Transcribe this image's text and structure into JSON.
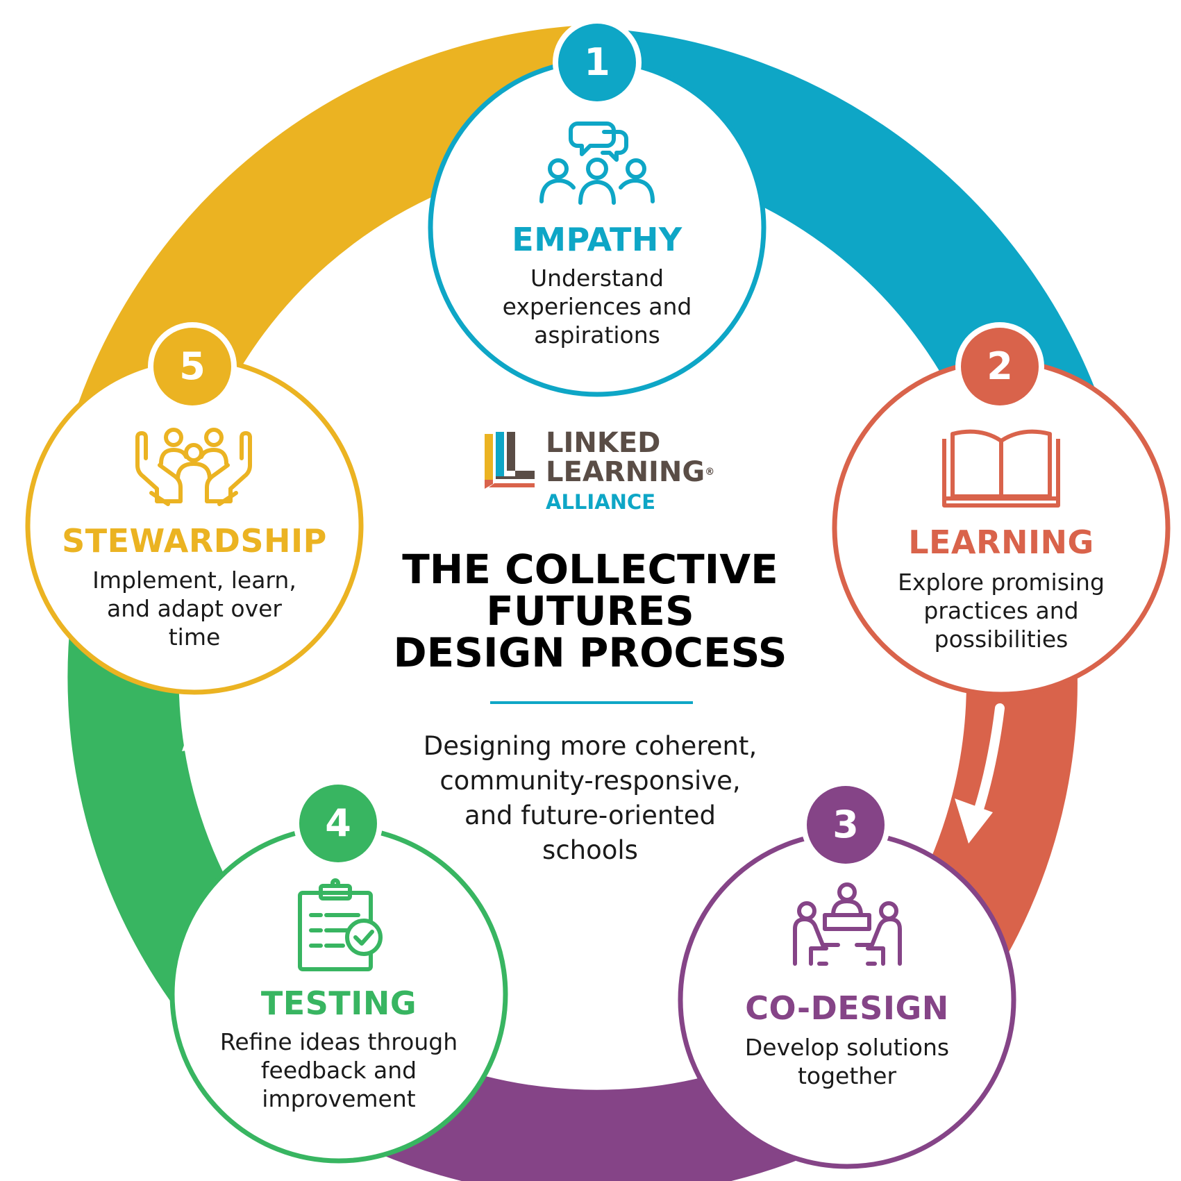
{
  "logo": {
    "line1": "LINKED",
    "line2": "LEARNING",
    "registered": "®",
    "line3": "ALLIANCE"
  },
  "title": {
    "line1": "THE COLLECTIVE",
    "line2": "FUTURES",
    "line3": "DESIGN PROCESS"
  },
  "subtitle": {
    "line1": "Designing more coherent,",
    "line2": "community-responsive,",
    "line3": "and future-oriented",
    "line4": "schools"
  },
  "colors": {
    "empathy": "#0ea6c6",
    "learning": "#d9634b",
    "codesign": "#854487",
    "testing": "#38b561",
    "stewardship": "#ebb322",
    "logo_gray": "#5a4d46"
  },
  "steps": [
    {
      "number": "1",
      "title": "EMPATHY",
      "desc": [
        "Understand",
        "experiences and",
        "aspirations"
      ],
      "icon": "group-conversation-icon"
    },
    {
      "number": "2",
      "title": "LEARNING",
      "desc": [
        "Explore promising",
        "practices and",
        "possibilities"
      ],
      "icon": "open-book-icon"
    },
    {
      "number": "3",
      "title": "CO-DESIGN",
      "desc": [
        "Develop solutions",
        "together"
      ],
      "icon": "team-table-icon"
    },
    {
      "number": "4",
      "title": "TESTING",
      "desc": [
        "Refine ideas through",
        "feedback and",
        "improvement"
      ],
      "icon": "clipboard-check-icon"
    },
    {
      "number": "5",
      "title": "STEWARDSHIP",
      "desc": [
        "Implement, learn,",
        "and adapt over",
        "time"
      ],
      "icon": "hands-holding-people-icon"
    }
  ]
}
